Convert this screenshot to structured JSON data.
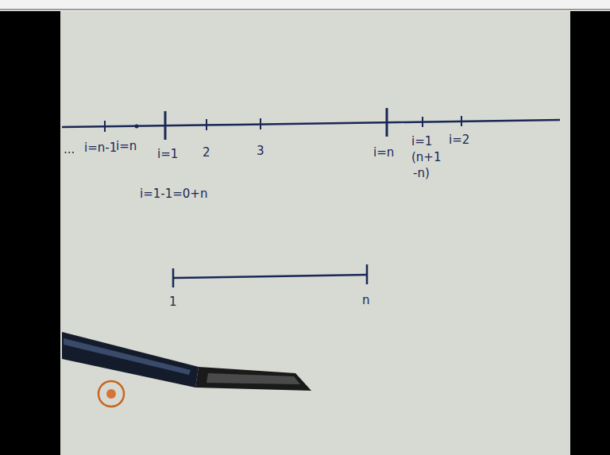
{
  "diagram": {
    "labels": [
      "...",
      "i=n-1",
      "i=n",
      "i=1",
      "2",
      "3",
      "i=n",
      "i=1",
      "i=2",
      "(n+1",
      "-n)",
      "i=1-1=0+n",
      "1",
      "n"
    ]
  }
}
